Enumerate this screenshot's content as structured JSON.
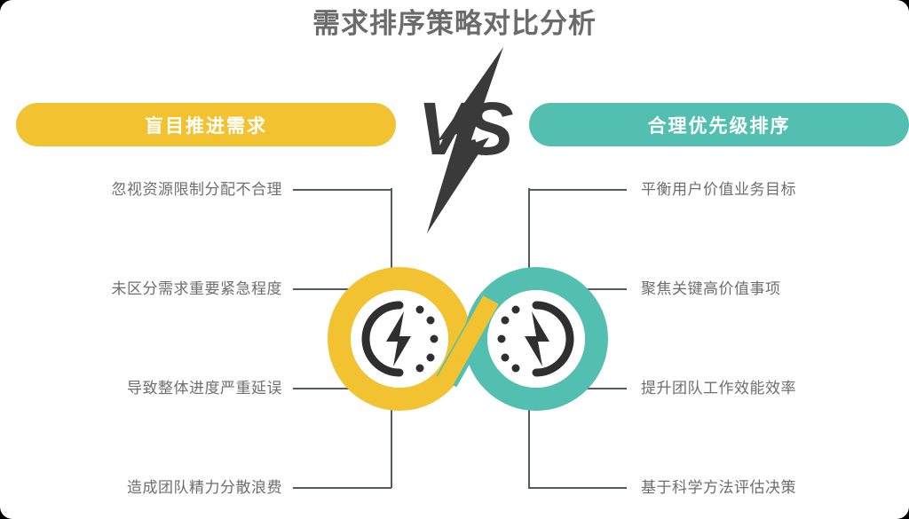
{
  "page": {
    "title": "需求排序策略对比分析",
    "background_color": "#ffffff",
    "title_color": "#6b6b6b"
  },
  "colors": {
    "yellow": "#f2c230",
    "teal": "#52bfb0",
    "dark": "#3a3a3a",
    "line": "#555a5e",
    "text": "#6e6e6e"
  },
  "vs_badge": {
    "label": "VS",
    "icon": "lightning-bolt-icon"
  },
  "left_column": {
    "heading": "盲目推进需求",
    "accent_color": "#f2c230",
    "icon": "speedometer-lightning-icon",
    "items": [
      {
        "label": "忽视资源限制分配不合理"
      },
      {
        "label": "未区分需求重要紧急程度"
      },
      {
        "label": "导致整体进度严重延误"
      },
      {
        "label": "造成团队精力分散浪费"
      }
    ]
  },
  "right_column": {
    "heading": "合理优先级排序",
    "accent_color": "#52bfb0",
    "icon": "speedometer-lightning-icon",
    "items": [
      {
        "label": "平衡用户价值业务目标"
      },
      {
        "label": "聚焦关键高价值事项"
      },
      {
        "label": "提升团队工作效能效率"
      },
      {
        "label": "基于科学方法评估决策"
      }
    ]
  }
}
